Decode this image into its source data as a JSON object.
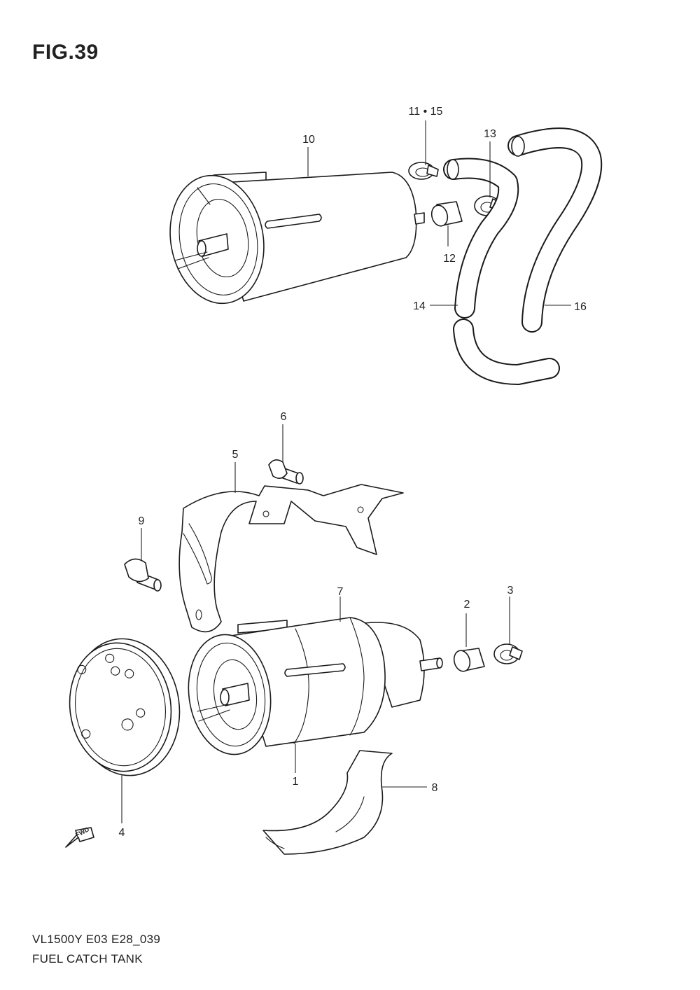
{
  "figure": {
    "title": "FIG.39"
  },
  "callouts": [
    {
      "id": "1",
      "label": "1"
    },
    {
      "id": "2",
      "label": "2"
    },
    {
      "id": "3",
      "label": "3"
    },
    {
      "id": "4",
      "label": "4"
    },
    {
      "id": "5",
      "label": "5"
    },
    {
      "id": "6",
      "label": "6"
    },
    {
      "id": "7",
      "label": "7"
    },
    {
      "id": "8",
      "label": "8"
    },
    {
      "id": "9",
      "label": "9"
    },
    {
      "id": "10",
      "label": "10"
    },
    {
      "id": "11",
      "label": "11 • 15"
    },
    {
      "id": "12",
      "label": "12"
    },
    {
      "id": "13",
      "label": "13"
    },
    {
      "id": "14",
      "label": "14"
    },
    {
      "id": "16",
      "label": "16"
    }
  ],
  "direction_marker": {
    "label": "FWD",
    "icon": "forward-arrow-icon"
  },
  "footer": {
    "model_code": "VL1500Y  E03  E28_039",
    "section_name": "FUEL CATCH TANK"
  }
}
